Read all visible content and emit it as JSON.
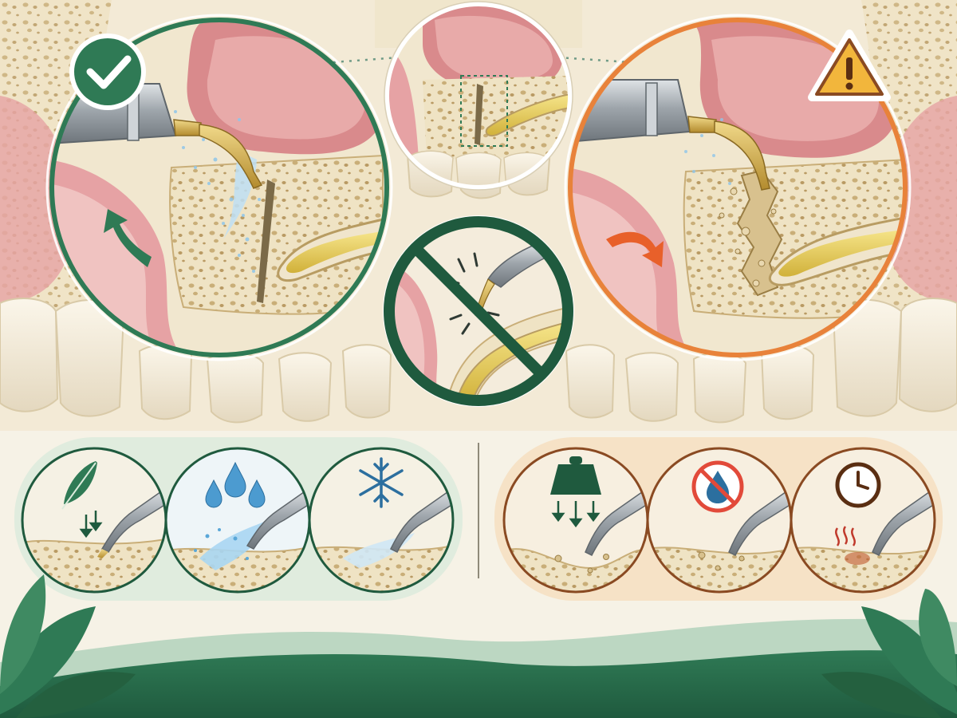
{
  "colors": {
    "background": "#f6f2e6",
    "safe_green": "#2f7a55",
    "dark_green": "#1f5a3e",
    "warning_orange": "#e8823a",
    "warning_brown": "#8a4a22",
    "warning_yellow": "#f2b63c",
    "bone": "#efe3c4",
    "bone_pore": "#c9ae78",
    "gum_pink": "#e6a2a4",
    "sinus_pink": "#d98a8c",
    "nerve_yellow": "#e6c94e",
    "tooth": "#f4ecdc",
    "water_blue": "#5aa7d8",
    "steel": "#9ea5ab",
    "gold": "#c9a44a"
  },
  "icons": {
    "safe_badge": "checkmark-icon",
    "warning_badge": "warning-triangle-icon",
    "prohibition_sign": "no-entry-icon",
    "good_practices": [
      "feather-icon",
      "water-drops-icon",
      "snowflake-icon"
    ],
    "bad_practices": [
      "weight-icon",
      "no-water-icon",
      "clock-icon"
    ]
  },
  "panels": {
    "safe": "safe-technique-magnifier",
    "overview": "anatomy-overview-magnifier",
    "risk": "unsafe-technique-magnifier"
  }
}
